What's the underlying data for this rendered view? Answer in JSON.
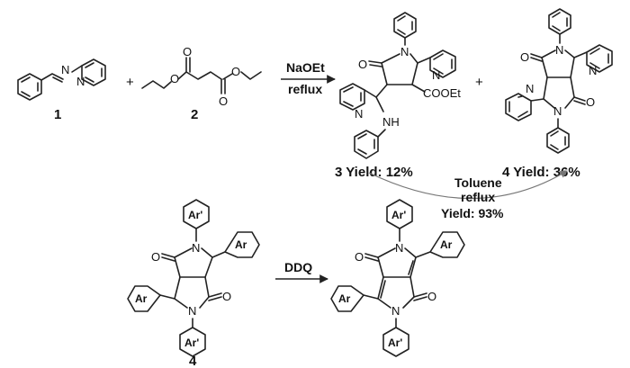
{
  "reaction1": {
    "compound1_label": "1",
    "compound2_label": "2",
    "plus1": "+",
    "plus2": "+",
    "reagent": "NaOEt",
    "condition": "reflux",
    "ester_group": "COOEt",
    "amine_label": "NH",
    "product3_label": "3 Yield: 12%",
    "product4_label": "4 Yield: 36%"
  },
  "conversion": {
    "solvent": "Toluene",
    "condition": "reflux",
    "yield": "Yield: 93%"
  },
  "reaction2": {
    "start_label": "4",
    "reagent": "DDQ",
    "aryl": "Ar",
    "aryl_prime": "Ar'"
  },
  "atoms": {
    "N": "N",
    "O": "O"
  }
}
